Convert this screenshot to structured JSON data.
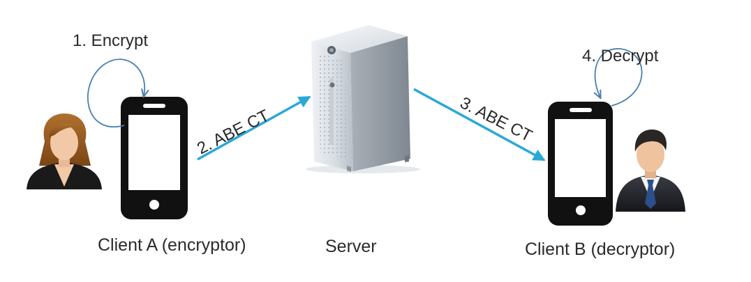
{
  "colors": {
    "arrow": "#2aa8d8",
    "loop": "#4a7fb0",
    "phone": "#111111",
    "screen": "#ffffff",
    "text": "#2a2a2a"
  },
  "steps": {
    "encrypt": "1. Encrypt",
    "send": "2. ABE CT",
    "deliver": "3. ABE CT",
    "decrypt": "4. Decrypt"
  },
  "nodes": {
    "client_a": "Client A (encryptor)",
    "server": "Server",
    "client_b": "Client B (decryptor)"
  },
  "icons": {
    "client_a_person": "woman-avatar-icon",
    "client_b_person": "man-avatar-icon",
    "client_a_device": "smartphone-icon",
    "client_b_device": "smartphone-icon",
    "server": "server-tower-icon"
  }
}
